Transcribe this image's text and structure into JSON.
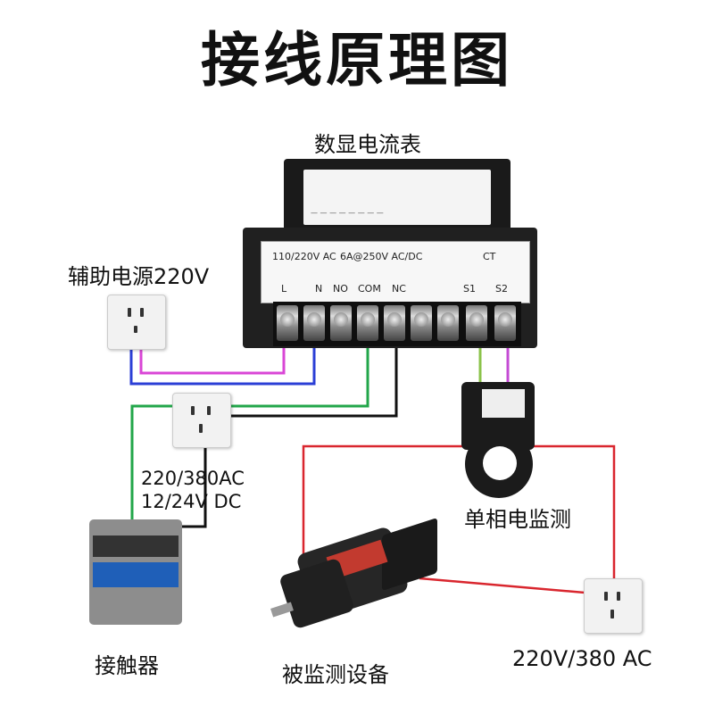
{
  "title": "接线原理图",
  "labels": {
    "meter": "数显电流表",
    "aux_power": "辅助电源220V",
    "control_voltage_1": "220/380AC",
    "control_voltage_2": "12/24V DC",
    "single_phase": "单相电监测",
    "contactor": "接触器",
    "monitored_device": "被监测设备",
    "supply": "220V/380 AC"
  },
  "meter_panel": {
    "group_power": "110/220V AC",
    "group_relay": "6A@250V AC/DC",
    "group_ct": "CT",
    "terminals": [
      "L",
      "N",
      "NO",
      "COM",
      "NC",
      "S1",
      "S2"
    ]
  },
  "wire_colors": {
    "live": "#d946d6",
    "neutral": "#2b3fd6",
    "relay_com": "#22a64a",
    "relay_nc": "#111111",
    "ct_s1": "#8bc34a",
    "ct_s2": "#c44bd4",
    "load": "#d9262e"
  }
}
